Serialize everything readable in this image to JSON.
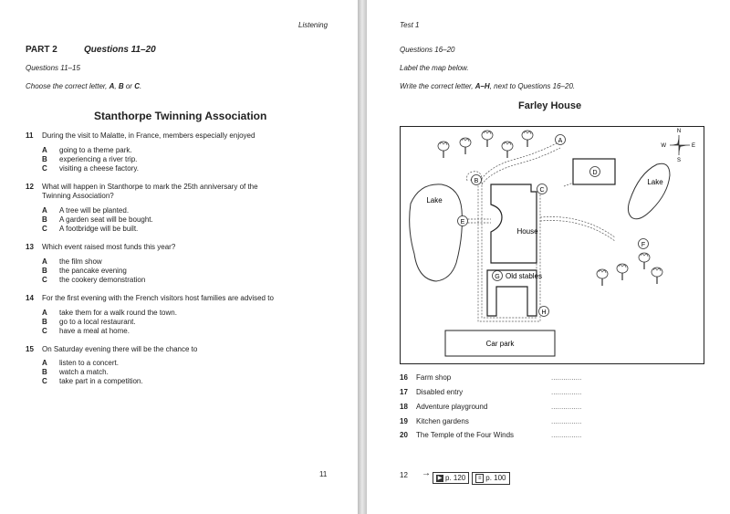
{
  "left": {
    "header": "Listening",
    "part": "PART 2",
    "questions_range": "Questions 11–20",
    "sub_range": "Questions 11–15",
    "instruction_parts": [
      "Choose the correct letter, ",
      "A",
      ", ",
      "B",
      " or ",
      "C",
      "."
    ],
    "title": "Stanthorpe Twinning Association",
    "questions": [
      {
        "num": "11",
        "lines": [
          "During the visit to Malatte, in France, members especially enjoyed"
        ],
        "options": [
          [
            "A",
            "going to a theme park."
          ],
          [
            "B",
            "experiencing a river trip."
          ],
          [
            "C",
            "visiting a cheese factory."
          ]
        ]
      },
      {
        "num": "12",
        "lines": [
          "What will happen in Stanthorpe to mark the 25th anniversary of the",
          "Twinning Association?"
        ],
        "options": [
          [
            "A",
            "A tree will be planted."
          ],
          [
            "B",
            "A garden seat will be bought."
          ],
          [
            "C",
            "A footbridge will be built."
          ]
        ]
      },
      {
        "num": "13",
        "lines": [
          "Which event raised most funds this year?"
        ],
        "options": [
          [
            "A",
            "the film show"
          ],
          [
            "B",
            "the pancake evening"
          ],
          [
            "C",
            "the cookery demonstration"
          ]
        ]
      },
      {
        "num": "14",
        "lines": [
          "For the first evening with the French visitors host families are advised to"
        ],
        "options": [
          [
            "A",
            "take them for a walk round the town."
          ],
          [
            "B",
            "go to a local restaurant."
          ],
          [
            "C",
            "have a meal at home."
          ]
        ]
      },
      {
        "num": "15",
        "lines": [
          "On Saturday evening there will be the chance to"
        ],
        "options": [
          [
            "A",
            "listen to a concert."
          ],
          [
            "B",
            "watch a match."
          ],
          [
            "C",
            "take part in a competition."
          ]
        ]
      }
    ],
    "page_number": "11"
  },
  "right": {
    "header": "Test 1",
    "questions_range": "Questions 16–20",
    "instruction1": "Label the map below.",
    "instruction2_parts": [
      "Write the correct letter, ",
      "A–H",
      ", next to Questions 16–20."
    ],
    "map_title": "Farley House",
    "map_labels": {
      "lake_left": "Lake",
      "lake_right": "Lake",
      "house": "House",
      "stables": "Old stables",
      "car_park": "Car park",
      "compass_n": "N",
      "compass_s": "S",
      "compass_e": "E",
      "compass_w": "W",
      "markers": [
        "A",
        "B",
        "C",
        "D",
        "E",
        "F",
        "G",
        "H"
      ]
    },
    "answers": [
      {
        "num": "16",
        "text": "Farm shop"
      },
      {
        "num": "17",
        "text": "Disabled entry"
      },
      {
        "num": "18",
        "text": "Adventure playground"
      },
      {
        "num": "19",
        "text": "Kitchen gardens"
      },
      {
        "num": "20",
        "text": "The Temple of the Four Winds"
      }
    ],
    "answer_blank": "...............",
    "page_number": "12",
    "ref_arrow": "→",
    "ref1": "p. 120",
    "ref2": "p. 100"
  }
}
